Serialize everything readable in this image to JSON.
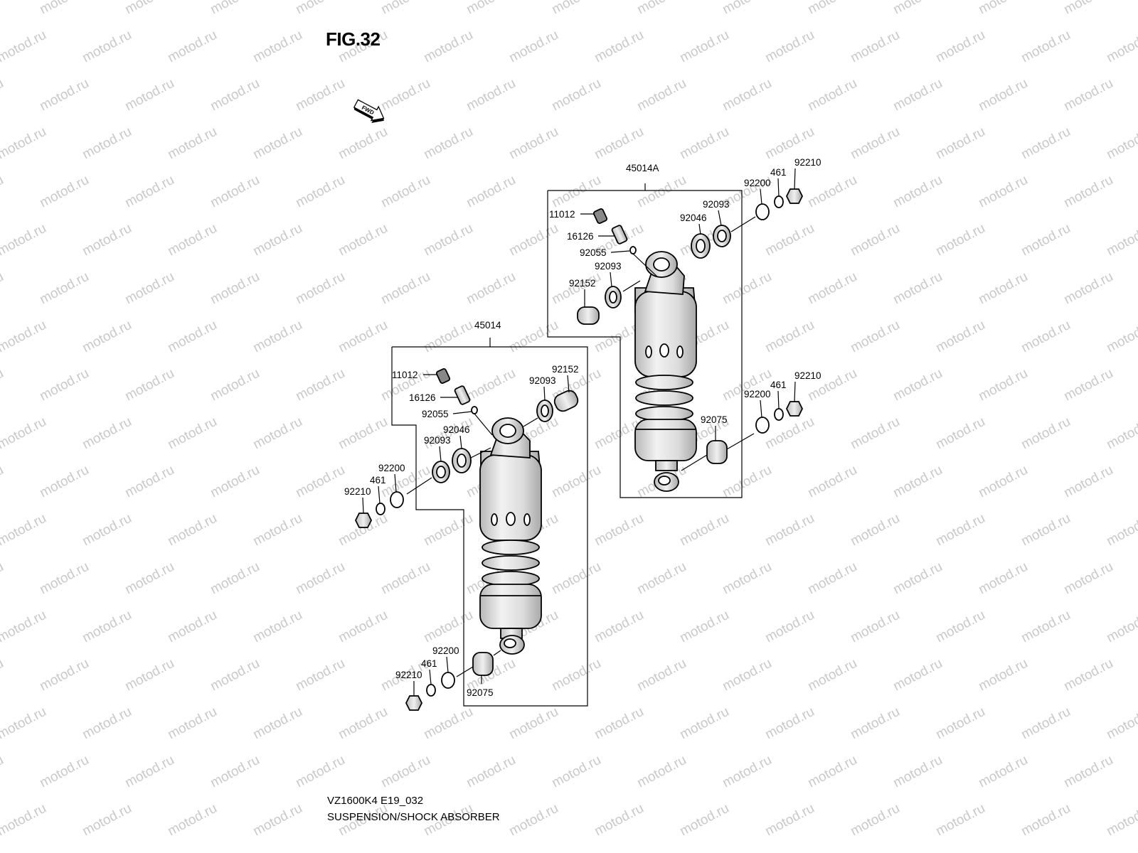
{
  "figure": {
    "title": "FIG.32",
    "model_code": "VZ1600K4 E19_032",
    "section_title": "SUSPENSION/SHOCK ABSORBER",
    "fwd_label": "FWD",
    "watermark": "motod.ru"
  },
  "assemblies": [
    {
      "id": "45014",
      "parts": [
        {
          "num": "11012"
        },
        {
          "num": "16126"
        },
        {
          "num": "92055"
        },
        {
          "num": "92046"
        },
        {
          "num": "92093"
        },
        {
          "num": "92200"
        },
        {
          "num": "461"
        },
        {
          "num": "92210"
        },
        {
          "num": "92093"
        },
        {
          "num": "92152"
        },
        {
          "num": "92200"
        },
        {
          "num": "461"
        },
        {
          "num": "92210"
        },
        {
          "num": "92075"
        }
      ]
    },
    {
      "id": "45014A",
      "parts": [
        {
          "num": "11012"
        },
        {
          "num": "16126"
        },
        {
          "num": "92055"
        },
        {
          "num": "92093"
        },
        {
          "num": "92152"
        },
        {
          "num": "92046"
        },
        {
          "num": "92093"
        },
        {
          "num": "92200"
        },
        {
          "num": "461"
        },
        {
          "num": "92210"
        },
        {
          "num": "92200"
        },
        {
          "num": "461"
        },
        {
          "num": "92210"
        },
        {
          "num": "92075"
        }
      ]
    }
  ],
  "colors": {
    "line": "#000000",
    "part_fill": "#e8e8e8",
    "part_shade": "#c4c4c4",
    "watermark": "#c9c9c9",
    "background": "#ffffff"
  }
}
